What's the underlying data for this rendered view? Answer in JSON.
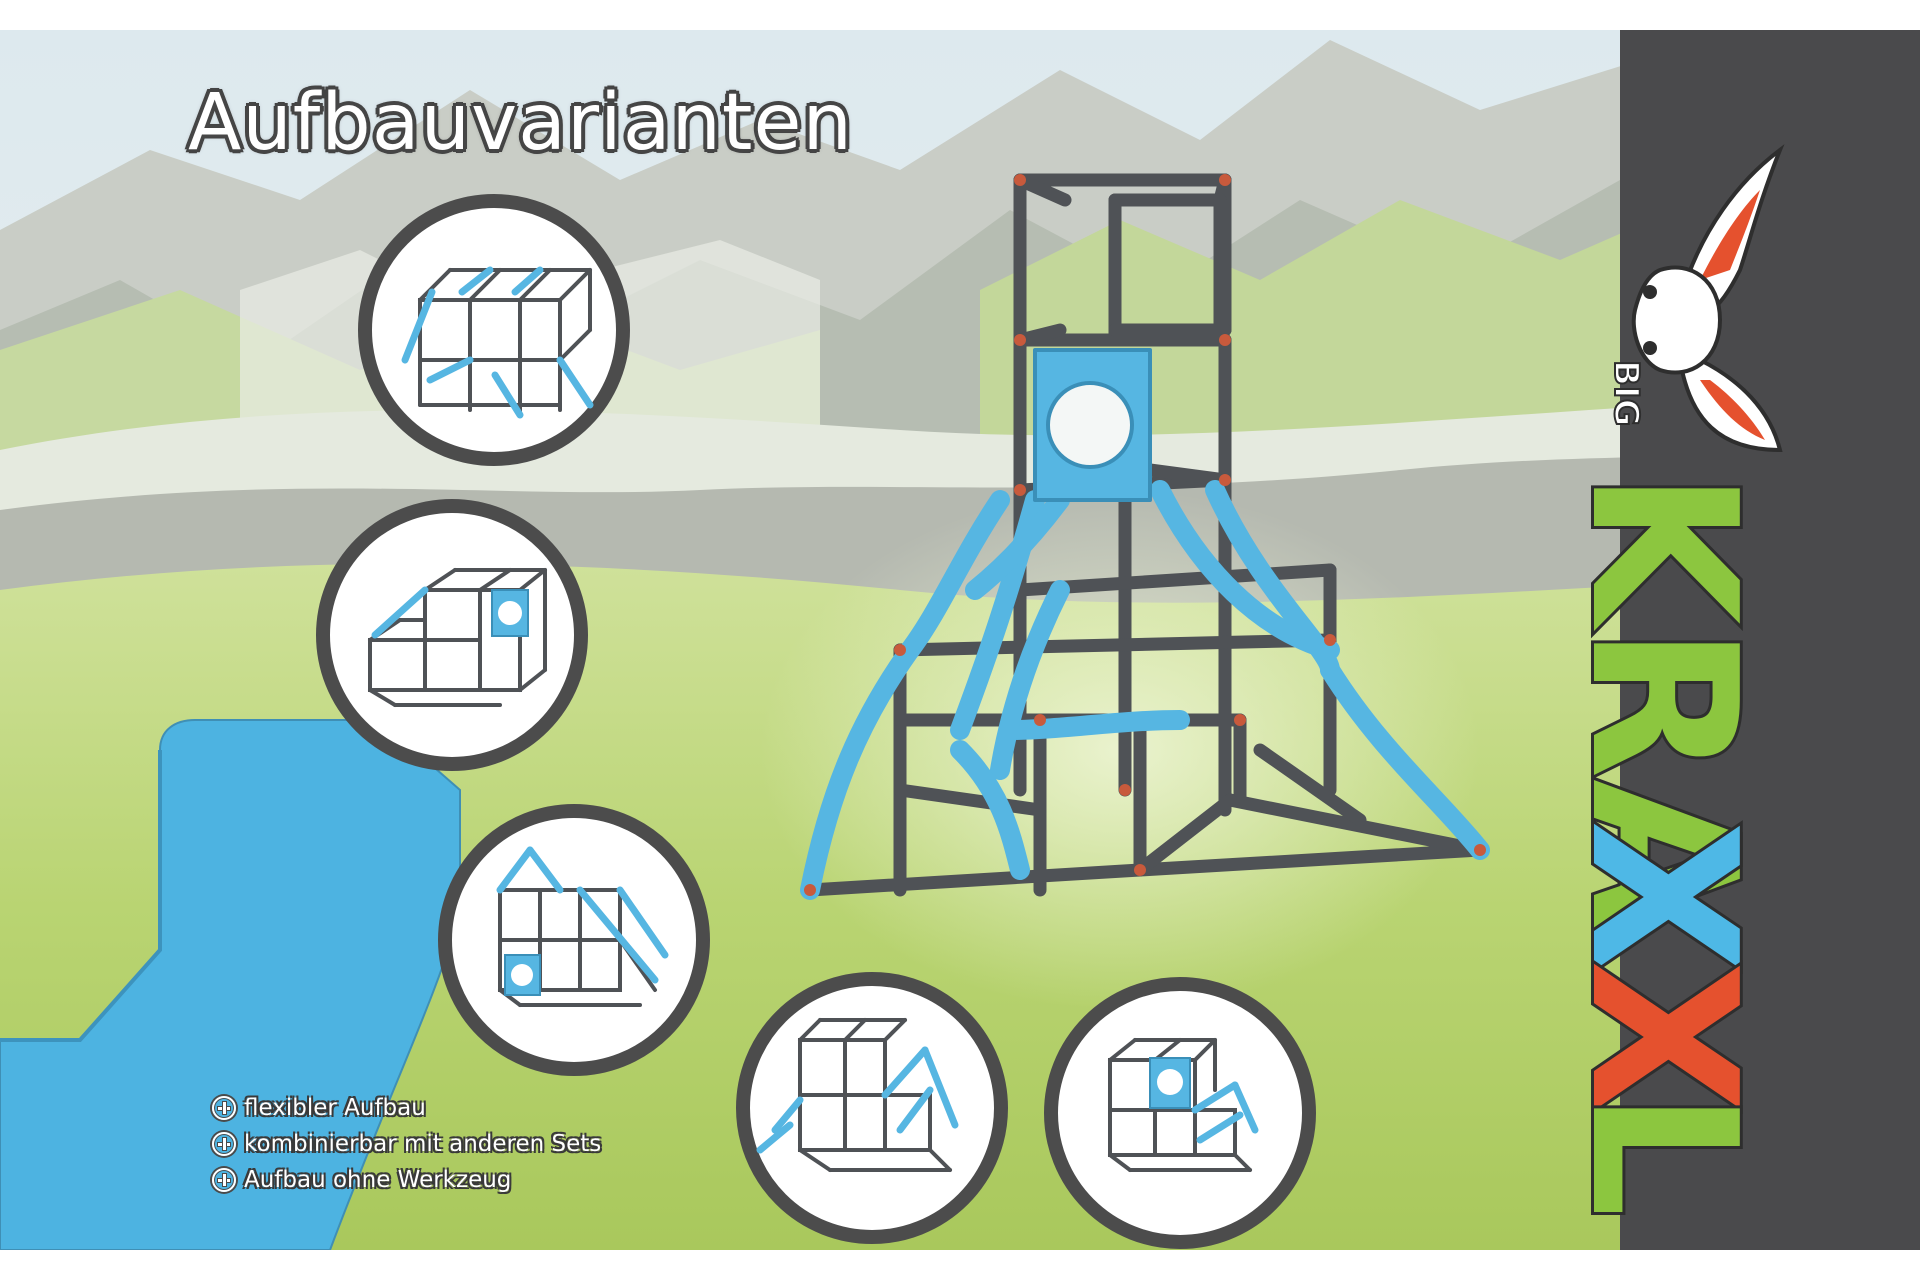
{
  "title": "Aufbauvarianten",
  "brand": {
    "prefix": "BIG",
    "name_parts": [
      "KRA",
      "X",
      "X",
      "L"
    ],
    "colors": {
      "green": "#8cc63f",
      "blue": "#4eb8e6",
      "orange": "#e5512e",
      "panel": "#4a4a4c"
    }
  },
  "features": [
    {
      "icon": "plus-circle-icon",
      "label": "flexibler Aufbau"
    },
    {
      "icon": "plus-circle-icon",
      "label": "kombinierbar mit anderen Sets"
    },
    {
      "icon": "plus-circle-icon",
      "label": "Aufbau ohne Werkzeug"
    }
  ],
  "variants": [
    {
      "name": "variant-1"
    },
    {
      "name": "variant-2"
    },
    {
      "name": "variant-3"
    },
    {
      "name": "variant-4"
    },
    {
      "name": "variant-5"
    }
  ],
  "colors": {
    "frame_dark": "#4f5256",
    "frame_blue": "#56b6e2",
    "connector": "#c85a3c",
    "water": "#4db3e1",
    "meadow": "#b8d36a",
    "sky": "#e4eef2"
  }
}
